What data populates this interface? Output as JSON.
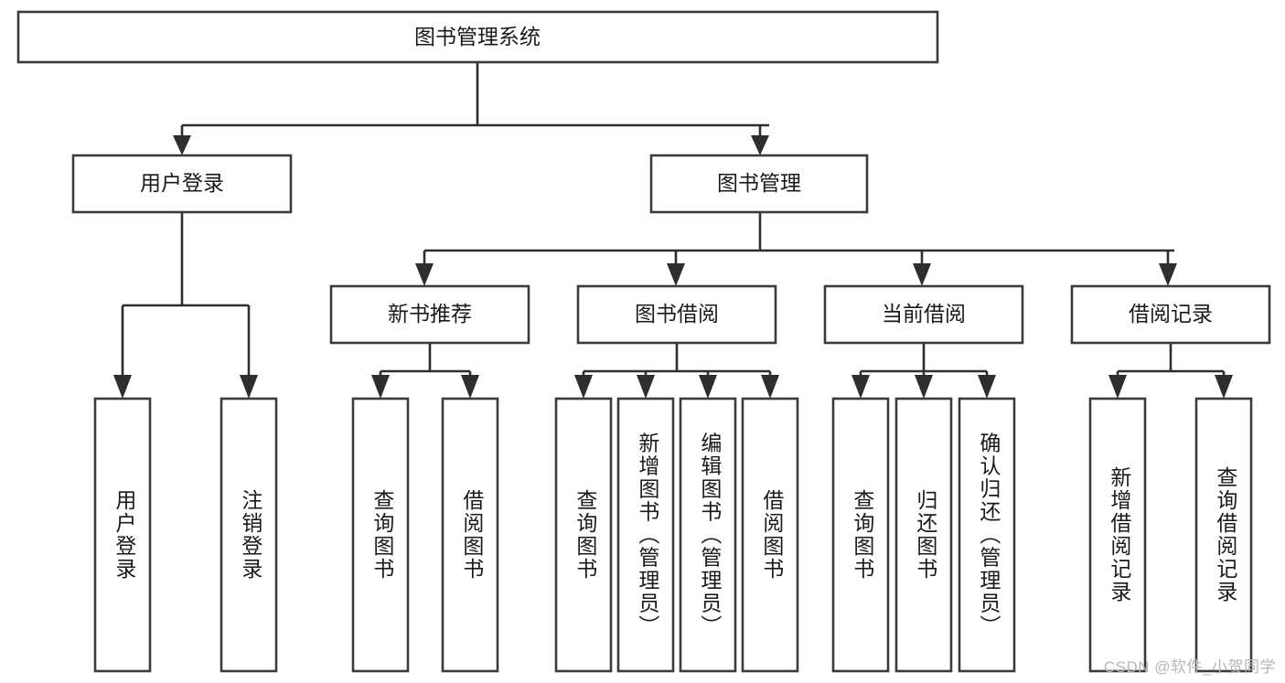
{
  "diagram": {
    "type": "tree-hierarchy",
    "title": "图书管理系统",
    "watermark": "CSDN @软件_小贺同学",
    "colors": {
      "background": "#ffffff",
      "node_fill": "#ffffff",
      "node_stroke": "#3a3a3a",
      "edge_stroke": "#2e2e2e",
      "text": "#1a1a1a",
      "watermark": "#b7b7b7"
    },
    "nodes": {
      "root": {
        "label": "图书管理系统",
        "orientation": "horizontal"
      },
      "level2": [
        {
          "id": "user-login",
          "label": "用户登录",
          "orientation": "horizontal"
        },
        {
          "id": "book-management",
          "label": "图书管理",
          "orientation": "horizontal"
        }
      ],
      "level3": [
        {
          "id": "new-book-recommend",
          "label": "新书推荐",
          "orientation": "horizontal"
        },
        {
          "id": "book-borrow",
          "label": "图书借阅",
          "orientation": "horizontal"
        },
        {
          "id": "current-borrow",
          "label": "当前借阅",
          "orientation": "horizontal"
        },
        {
          "id": "borrow-record",
          "label": "借阅记录",
          "orientation": "horizontal"
        }
      ],
      "leaves": [
        {
          "id": "leaf-user-login",
          "parent": "user-login",
          "label": "用户登录",
          "orientation": "vertical"
        },
        {
          "id": "leaf-logout",
          "parent": "user-login",
          "label": "注销登录",
          "orientation": "vertical"
        },
        {
          "id": "leaf-query-book-1",
          "parent": "new-book-recommend",
          "label": "查询图书",
          "orientation": "vertical"
        },
        {
          "id": "leaf-borrow-book-1",
          "parent": "new-book-recommend",
          "label": "借阅图书",
          "orientation": "vertical"
        },
        {
          "id": "leaf-query-book-2",
          "parent": "book-borrow",
          "label": "查询图书",
          "orientation": "vertical"
        },
        {
          "id": "leaf-add-book",
          "parent": "book-borrow",
          "label": "新增图书（管理员）",
          "orientation": "vertical"
        },
        {
          "id": "leaf-edit-book",
          "parent": "book-borrow",
          "label": "编辑图书（管理员）",
          "orientation": "vertical"
        },
        {
          "id": "leaf-borrow-book-2",
          "parent": "book-borrow",
          "label": "借阅图书",
          "orientation": "vertical"
        },
        {
          "id": "leaf-query-book-3",
          "parent": "current-borrow",
          "label": "查询图书",
          "orientation": "vertical"
        },
        {
          "id": "leaf-return-book",
          "parent": "current-borrow",
          "label": "归还图书",
          "orientation": "vertical"
        },
        {
          "id": "leaf-confirm-return",
          "parent": "current-borrow",
          "label": "确认归还（管理员）",
          "orientation": "vertical"
        },
        {
          "id": "leaf-add-record",
          "parent": "borrow-record",
          "label": "新增借阅记录",
          "orientation": "vertical"
        },
        {
          "id": "leaf-query-record",
          "parent": "borrow-record",
          "label": "查询借阅记录",
          "orientation": "vertical"
        }
      ]
    }
  }
}
